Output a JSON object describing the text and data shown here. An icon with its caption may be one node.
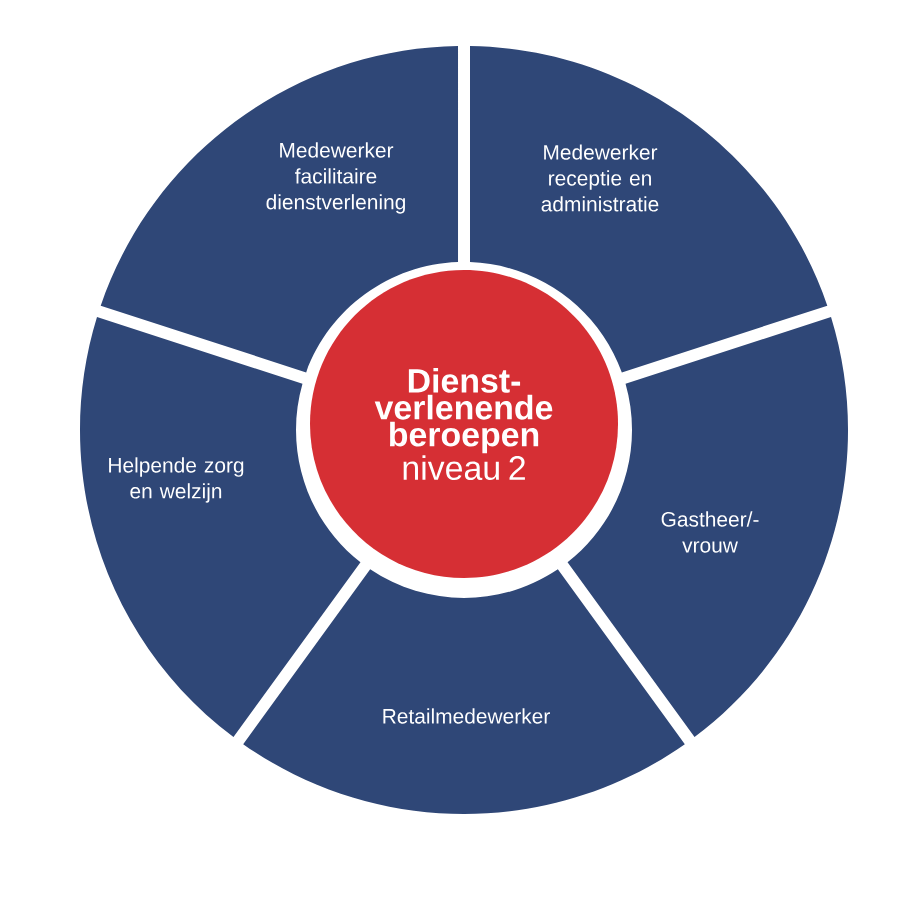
{
  "diagram": {
    "nodes": [
      {
        "text": [
          "Medewerker facilitaire dienstverlening"
        ]
      },
      {
        "text": [
          "Medewerker receptie en administratie"
        ]
      },
      {
        "text": [
          "Dienst-verlenende beroepen",
          "niveau 2"
        ]
      },
      {
        "text": [
          "Helpende zorg en welzijn"
        ]
      },
      {
        "text": [
          "Gastheer/-vrouw"
        ]
      },
      {
        "text": [
          "Retailmedewerker"
        ]
      }
    ]
  }
}
